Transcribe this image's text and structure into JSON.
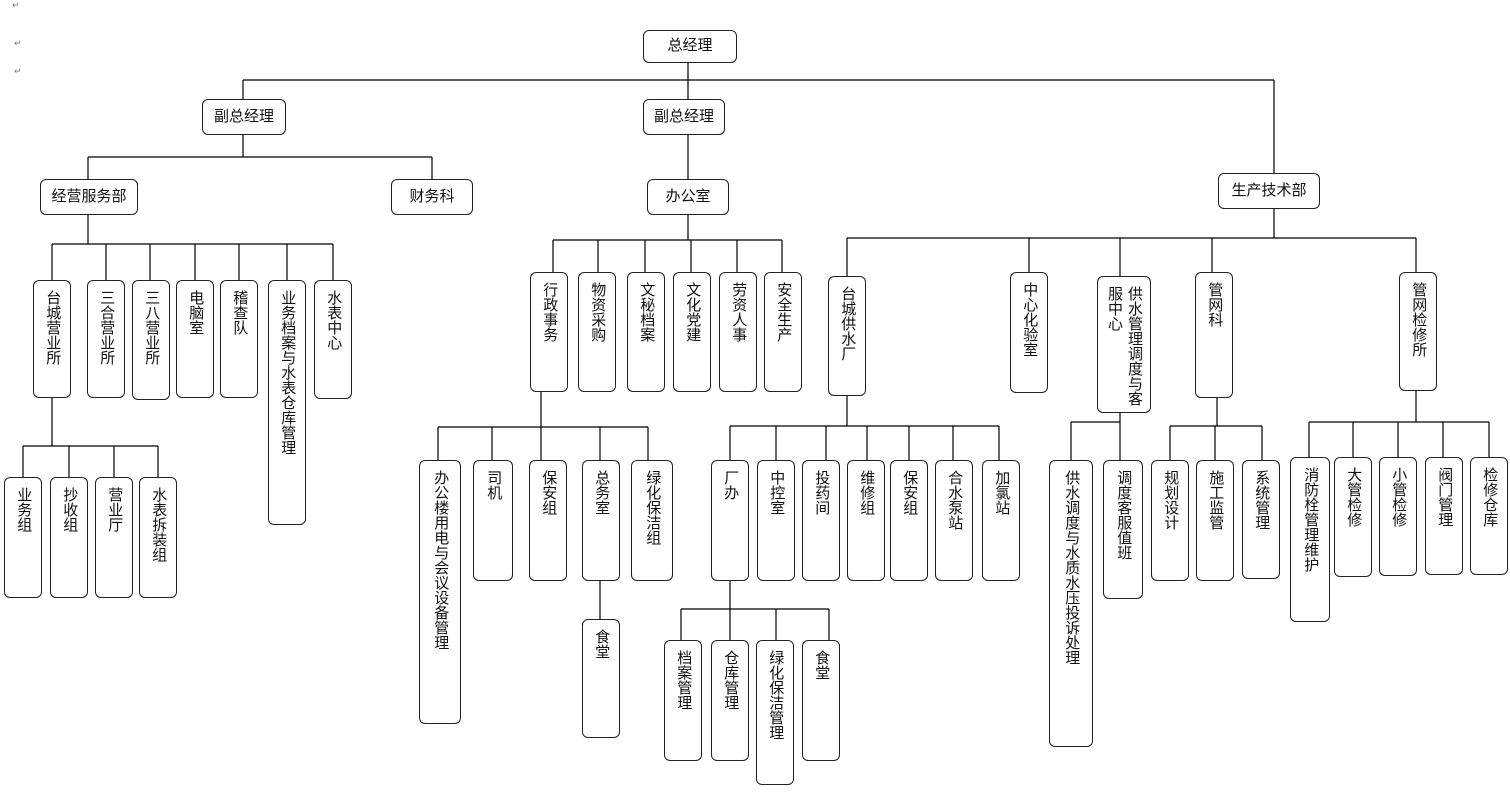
{
  "root": "总经理",
  "deputy_left": "副总经理",
  "deputy_mid": "副总经理",
  "business_dept": "经营服务部",
  "finance": "财务科",
  "office": "办公室",
  "production_dept": "生产技术部",
  "business_units": [
    "台城营业所",
    "三合营业所",
    "三八营业所",
    "电脑室",
    "稽查队",
    "业务档案与水表仓库管理",
    "水表中心"
  ],
  "taicheng_sales_teams": [
    "业务组",
    "抄收组",
    "营业厅",
    "水表拆装组"
  ],
  "office_units": [
    "行政事务",
    "物资采购",
    "文秘档案",
    "文化党建",
    "劳资人事",
    "安全生产"
  ],
  "admin_teams": [
    "办公楼用电与会议设备管理",
    "司机",
    "保安组",
    "总务室",
    "绿化保洁组"
  ],
  "general_affairs_sub": [
    "食堂"
  ],
  "production_units": [
    "台城供水厂",
    "中心化验室",
    "供水管理调度与客服中心",
    "管网科",
    "管网检修所"
  ],
  "plant_teams": [
    "厂办",
    "中控室",
    "投药间",
    "维修组",
    "保安组",
    "合水泵站",
    "加氯站"
  ],
  "plant_office_teams": [
    "档案管理",
    "仓库管理",
    "绿化保洁管理",
    "食堂"
  ],
  "dispatch_teams": [
    "供水调度与水质水压投诉处理",
    "调度客服值班"
  ],
  "network_teams": [
    "规划设计",
    "施工监管",
    "系统管理"
  ],
  "repair_teams": [
    "消防栓管理维护",
    "大管检修",
    "小管检修",
    "阀门管理",
    "检修仓库"
  ],
  "paragraph_mark": "↵"
}
